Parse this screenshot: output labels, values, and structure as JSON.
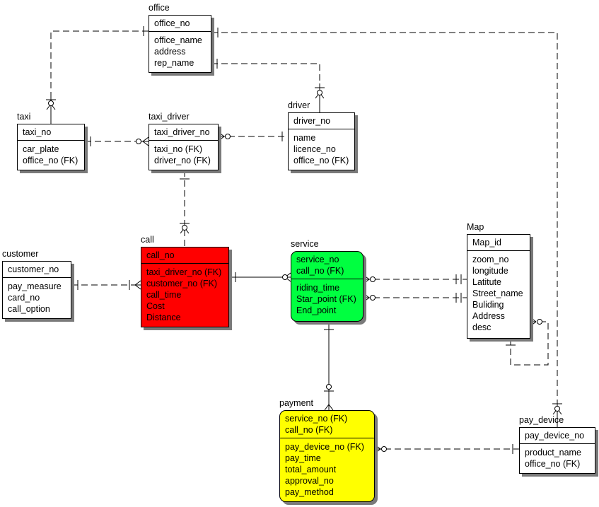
{
  "entities": {
    "office": {
      "title": "office",
      "pk": [
        "office_no"
      ],
      "attrs": [
        "office_name",
        "address",
        "rep_name"
      ],
      "fill": "#ffffff"
    },
    "taxi": {
      "title": "taxi",
      "pk": [
        "taxi_no"
      ],
      "attrs": [
        "car_plate",
        "office_no (FK)"
      ],
      "fill": "#ffffff"
    },
    "taxi_driver": {
      "title": "taxi_driver",
      "pk": [
        "taxi_driver_no"
      ],
      "attrs": [
        "taxi_no (FK)",
        "driver_no (FK)"
      ],
      "fill": "#ffffff"
    },
    "driver": {
      "title": "driver",
      "pk": [
        "driver_no"
      ],
      "attrs": [
        "name",
        "licence_no",
        "office_no (FK)"
      ],
      "fill": "#ffffff"
    },
    "customer": {
      "title": "customer",
      "pk": [
        "customer_no"
      ],
      "attrs": [
        "pay_measure",
        "card_no",
        "call_option"
      ],
      "fill": "#ffffff"
    },
    "call": {
      "title": "call",
      "pk": [
        "call_no"
      ],
      "attrs": [
        "taxi_driver_no (FK)",
        "customer_no (FK)",
        "call_time",
        "Cost",
        "Distance"
      ],
      "fill": "#ff0000"
    },
    "service": {
      "title": "service",
      "pk": [
        "service_no",
        "call_no (FK)"
      ],
      "attrs": [
        "riding_time",
        "Star_point (FK)",
        "End_point"
      ],
      "fill": "#00ff40"
    },
    "map": {
      "title": "Map",
      "pk": [
        "Map_id"
      ],
      "attrs": [
        "zoom_no",
        "longitude",
        "Latitute",
        "Street_name",
        "Buliding",
        "Address",
        "desc"
      ],
      "fill": "#ffffff"
    },
    "payment": {
      "title": "payment",
      "pk": [
        "service_no (FK)",
        "call_no (FK)"
      ],
      "attrs": [
        "pay_device_no (FK)",
        "pay_time",
        "total_amount",
        "approval_no",
        "pay_method"
      ],
      "fill": "#ffff00"
    },
    "pay_device": {
      "title": "pay_device",
      "pk": [
        "pay_device_no"
      ],
      "attrs": [
        "product_name",
        "office_no (FK)"
      ],
      "fill": "#ffffff"
    }
  },
  "relationships": [
    {
      "name": "office-taxi",
      "parent": "office",
      "child": "taxi",
      "identifying": false,
      "optional": false
    },
    {
      "name": "office-driver",
      "parent": "office",
      "child": "driver",
      "identifying": false,
      "optional": false
    },
    {
      "name": "office-pay_device",
      "parent": "office",
      "child": "pay_device",
      "identifying": false,
      "optional": false
    },
    {
      "name": "taxi-taxi_driver",
      "parent": "taxi",
      "child": "taxi_driver",
      "identifying": false,
      "optional": true
    },
    {
      "name": "driver-taxi_driver",
      "parent": "driver",
      "child": "taxi_driver",
      "identifying": false,
      "optional": true
    },
    {
      "name": "taxi_driver-call",
      "parent": "taxi_driver",
      "child": "call",
      "identifying": false,
      "optional": false
    },
    {
      "name": "customer-call",
      "parent": "customer",
      "child": "call",
      "identifying": false,
      "optional": false
    },
    {
      "name": "call-service",
      "parent": "call",
      "child": "service",
      "identifying": true,
      "optional": false
    },
    {
      "name": "map-service-1",
      "parent": "map",
      "child": "service",
      "identifying": false,
      "optional": true
    },
    {
      "name": "map-service-2",
      "parent": "map",
      "child": "service",
      "identifying": false,
      "optional": true
    },
    {
      "name": "map-map",
      "parent": "map",
      "child": "map",
      "identifying": false,
      "optional": true
    },
    {
      "name": "service-payment",
      "parent": "service",
      "child": "payment",
      "identifying": true,
      "optional": true
    },
    {
      "name": "pay_device-payment",
      "parent": "pay_device",
      "child": "payment",
      "identifying": false,
      "optional": true
    }
  ]
}
